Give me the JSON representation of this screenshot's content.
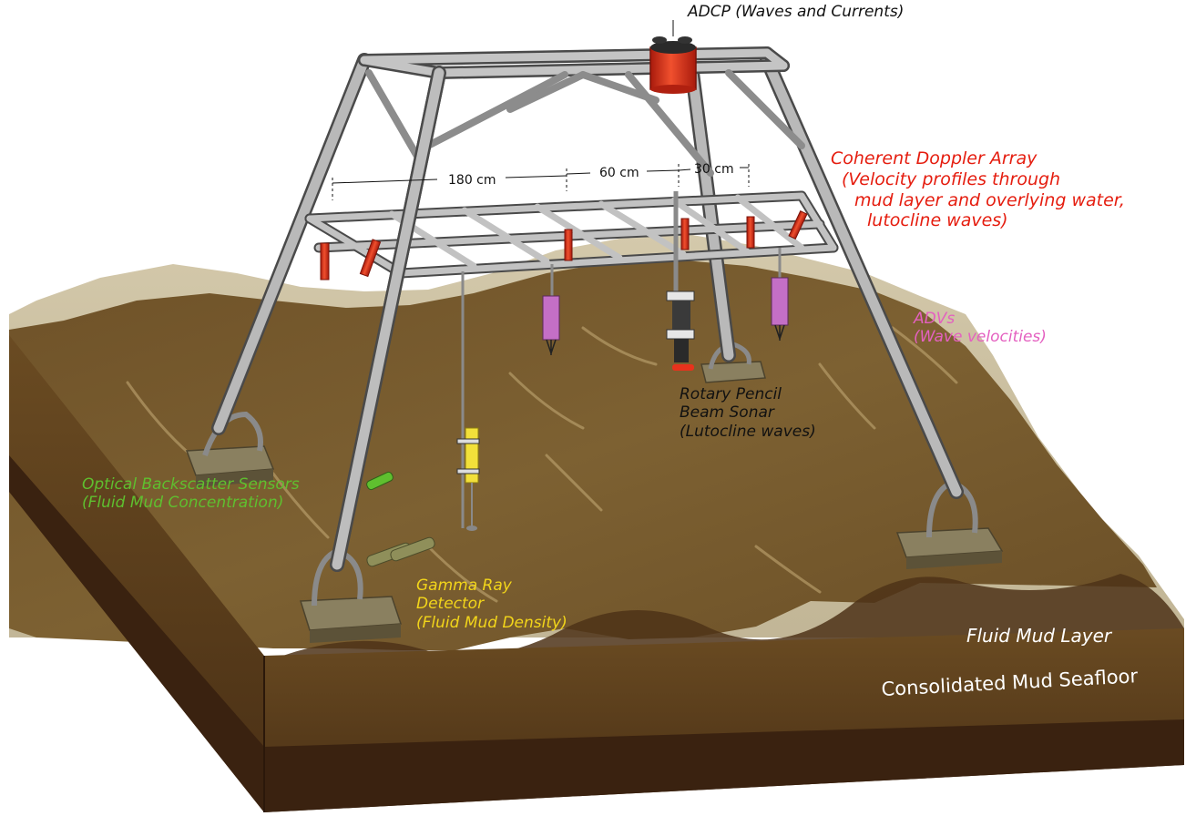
{
  "colors": {
    "mud_top": "#8a6f3c",
    "mud_side": "#5a3f1e",
    "seafloor": "#3e2410",
    "frame": "#9a9a9a",
    "adcp": "#e8321c",
    "doppler": "#e8321c",
    "adv": "#c060c0",
    "gamma": "#f2e03a",
    "obs": "#5fbf2f"
  },
  "labels": {
    "adcp": "ADCP (Waves and Currents)",
    "doppler": {
      "line1": "Coherent Doppler Array",
      "line2": "(Velocity profiles through",
      "line3": "mud layer and overlying water,",
      "line4": "lutocline waves)"
    },
    "adv": {
      "line1": "ADVs",
      "line2": "(Wave velocities)"
    },
    "sonar": {
      "line1": "Rotary Pencil",
      "line2": "Beam Sonar",
      "line3": "(Lutocline waves)"
    },
    "obs": {
      "line1": "Optical Backscatter Sensors",
      "line2": "(Fluid Mud Concentration)"
    },
    "gamma": {
      "line1": "Gamma Ray",
      "line2": "Detector",
      "line3": "(Fluid Mud Density)"
    },
    "fluid_mud": "Fluid Mud Layer",
    "seafloor": "Consolidated Mud Seafloor"
  },
  "dimensions": {
    "d1": "180 cm",
    "d2": "60 cm",
    "d3": "30 cm"
  }
}
